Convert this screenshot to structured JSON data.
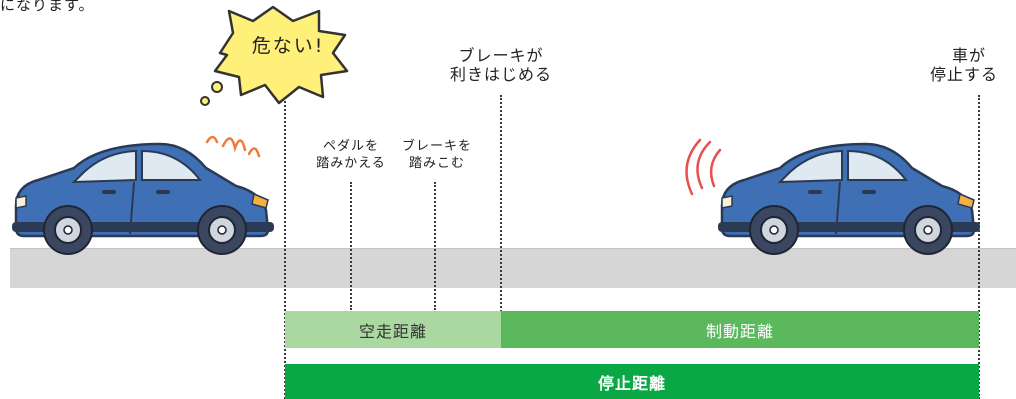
{
  "intro_text": "になります。",
  "bubble_text": "危ない!",
  "labels": {
    "brake_starts_line1": "ブレーキが",
    "brake_starts_line2": "利きはじめる",
    "car_stops_line1": "車が",
    "car_stops_line2": "停止する",
    "pedal_switch_line1": "ペダルを",
    "pedal_switch_line2": "踏みかえる",
    "brake_press_line1": "ブレーキを",
    "brake_press_line2": "踏みこむ"
  },
  "bars": {
    "free_running": "空走距離",
    "braking": "制動距離",
    "stopping": "停止距離"
  },
  "colors": {
    "car_body": "#3f6fb5",
    "free_bar": "#a9d8a0",
    "brake_bar": "#5cb85c",
    "stop_bar": "#0aa845",
    "bubble": "#fff07a",
    "alarm_lines": "#f07a3a",
    "brake_waves": "#e85050"
  },
  "icons": [
    "car-left-icon",
    "car-right-icon",
    "thought-bubble-icon",
    "alarm-lines-icon",
    "brake-wave-icon"
  ]
}
